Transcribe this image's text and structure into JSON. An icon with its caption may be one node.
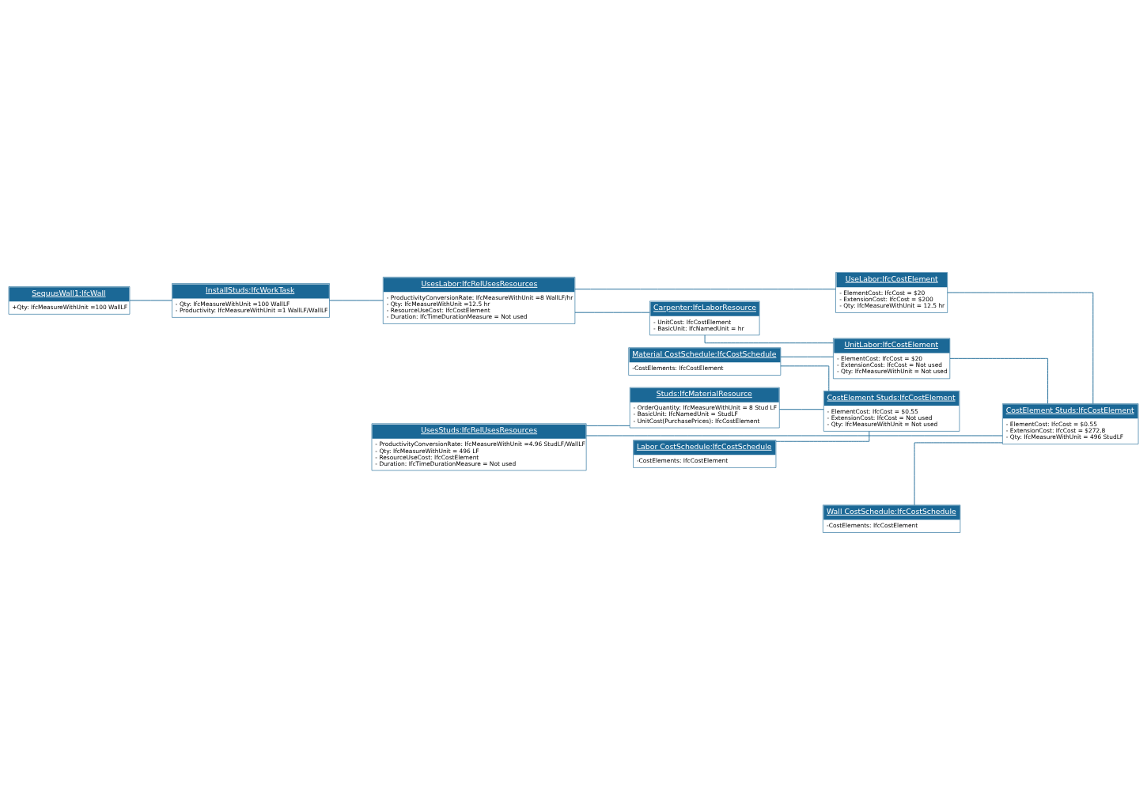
{
  "diagram": {
    "nodes": [
      {
        "text": [
          "SequusWall1:IfcWall",
          "+Qty: IfcMeasureWithUnit =100 WallLF"
        ]
      },
      {
        "text": [
          "InstallStuds:IfcWorkTask",
          "- Qty: IfcMeasureWithUnit =100 WallLF",
          "- Productivity: IfcMeasureWithUnit =1 WallLF/WallLF"
        ]
      },
      {
        "text": [
          "UsesLabor:IfcRelUsesResources",
          "- ProductivityConversionRate: IfcMeasureWithUnit =8 WallLF/hr",
          "- Qty: IfcMeasureWithUnit =12.5 hr",
          "- ResourceUseCost: IfcCostElement",
          "- Duration: IfcTimeDurationMeasure = Not used"
        ]
      },
      {
        "text": [
          "Carpenter:IfcLaborResource",
          "- UnitCost: IfcCostElement",
          "- BasicUnit: IfcNamedUnit = hr"
        ]
      },
      {
        "text": [
          "UsesStuds:IfcRelUsesResources",
          "- ProductivityConversionRate: IfcMeasureWithUnit =4.96 StudLF/WallLF",
          "- Qty: IfcMeasureWithUnit = 496 LF",
          "- ResourceUseCost: IfcCostElement",
          "- Duration: IfcTimeDurationMeasure = Not used"
        ]
      },
      {
        "text": [
          "Studs:IfcMaterialResource",
          "- OrderQuantity: IfcMeasureWithUnit = 8 Stud LF",
          "- BasicUnit: IfcNamedUnit = StudLF",
          "- UnitCost(PurchasePrices): IfcCostElement"
        ]
      },
      {
        "text": [
          "Wall CostSchedule:IfcCostSchedule",
          "-CostElements: IfcCostElement"
        ]
      },
      {
        "text": [
          "Material CostSchedule:IfcCostSchedule",
          "-CostElements: IfcCostElement"
        ]
      },
      {
        "text": [
          "Labor CostSchedule:IfcCostSchedule",
          "-CostElements: IfcCostElement"
        ]
      },
      {
        "text": [
          "UseLabor:IfcCostElement",
          "- ElementCost: IfcCost = $20",
          "- ExtensionCost: IfcCost = $200",
          "- Qty: IfcMeasureWithUnit = 12.5 hr"
        ]
      },
      {
        "text": [
          "UnitLabor:IfcCostElement",
          "- ElementCost: IfcCost = $20",
          "- ExtensionCost: IfcCost = Not used",
          "- Qty: IfcMeasureWithUnit = Not used"
        ]
      },
      {
        "text": [
          "CostElement Studs:IfcCostElement",
          "- ElementCost: IfcCost = $0.55",
          "- ExtensionCost: IfcCost = $272.8",
          "- Qty: IfcMeasureWithUnit = 496 StudLF"
        ]
      },
      {
        "text": [
          "CostElement Studs:IfcCostElement",
          "- ElementCost: IfcCost = $0.55",
          "- ExtensionCost: IfcCost = Not used",
          "- Qty: IfcMeasureWithUnit = Not used"
        ]
      }
    ],
    "edges": [
      {
        "from": 0,
        "to": 1,
        "arrow": "none"
      },
      {
        "from": 1,
        "to": 2,
        "arrow": "none"
      },
      {
        "from": 2,
        "to": 3,
        "arrow": "none"
      },
      {
        "from": 2,
        "to": 9,
        "arrow": "none"
      },
      {
        "from": 3,
        "to": 10,
        "arrow": "none"
      },
      {
        "from": 4,
        "to": 11,
        "arrow": "none"
      },
      {
        "from": 4,
        "to": 5,
        "arrow": "none"
      },
      {
        "from": 5,
        "to": 12,
        "arrow": "none"
      },
      {
        "from": 6,
        "to": 11,
        "arrow": "none"
      },
      {
        "from": 7,
        "to": 12,
        "arrow": "none"
      },
      {
        "from": 7,
        "to": 10,
        "arrow": "none"
      },
      {
        "from": 8,
        "to": 12,
        "arrow": "none"
      },
      {
        "from": 9,
        "to": 11,
        "arrow": "none"
      },
      {
        "from": 10,
        "to": 11,
        "arrow": "none"
      }
    ]
  }
}
